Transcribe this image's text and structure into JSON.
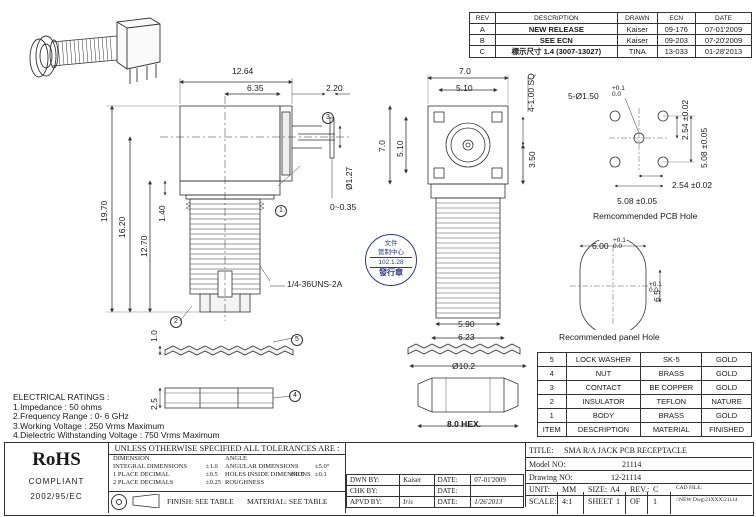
{
  "revision_table": {
    "headers": [
      "REV",
      "DESCRIPTION",
      "DRAWN",
      "ECN",
      "DATE"
    ],
    "rows": [
      [
        "A",
        "NEW RELEASE",
        "Kaiser",
        "09-176",
        "07-01'2009"
      ],
      [
        "B",
        "SEE ECN",
        "Kaiser",
        "09-203",
        "07-20'2009"
      ],
      [
        "C",
        "標示尺寸 1.4 (3007-13027)",
        "TINA",
        "13-033",
        "01-28'2013"
      ]
    ]
  },
  "dimensions": {
    "side_width": "12.64",
    "side_inner": "6.35",
    "side_offset": "2.20",
    "height_total": "19.70",
    "height_body": "16.20",
    "height_thread": "12.70",
    "height_base": "1.40",
    "pin_dia": "Ø1.27",
    "pin_tol": "0~0.35",
    "thread_spec": "1/4-36UNS-2A",
    "washer_thk": "1.0",
    "nut_thk": "2.5",
    "front_w": "7.0",
    "front_inner": "5.10",
    "front_sq": "4-1.00 SQ",
    "front_h": "7.0",
    "front_h_inner": "5.10",
    "front_h2": "3.50",
    "thread_w": "5.90",
    "thread_w2": "6.23",
    "washer_dia": "Ø10.2",
    "hex": "8.0 HEX.",
    "pcb_hole": "5-Ø1.50",
    "pcb_hole_tol": "+0.1 0.0",
    "pcb_v1": "2.54 ±0.02",
    "pcb_v2": "5.08 ±0.05",
    "pcb_h1": "5.08 ±0.05",
    "pcb_h2": "2.54 ±0.02",
    "panel_w": "6.00",
    "panel_w_tol": "+0.1 0.0",
    "panel_h": "6.5",
    "panel_h_tol": "+0.1 0.0"
  },
  "captions": {
    "pcb_hole": "Remcommended PCB Hole",
    "panel_hole": "Recommended panel Hole"
  },
  "balloons": [
    "1",
    "2",
    "3",
    "4",
    "5"
  ],
  "stamp": {
    "line1": "文件",
    "line2": "管制中心",
    "line3": "102.1.28",
    "line4": "發行章"
  },
  "electrical": {
    "title": "ELECTRICAL RATINGS :",
    "lines": [
      "1.Impedance : 50 ohms",
      "2.Frequency Range :  0- 6 GHz",
      "3.Working Voltage :  250 Vrms Maximum",
      "4.Dielectric Withstanding Voltage : 750 Vrms Maximum"
    ]
  },
  "bom": {
    "headers": [
      "ITEM",
      "DESCRIPTION",
      "MATERIAL",
      "FINISHED"
    ],
    "rows": [
      [
        "5",
        "LOCK WASHER",
        "SK-5",
        "GOLD"
      ],
      [
        "4",
        "NUT",
        "BRASS",
        "GOLD"
      ],
      [
        "3",
        "CONTACT",
        "BE COPPER",
        "GOLD"
      ],
      [
        "2",
        "INSULATOR",
        "TEFLON",
        "NATURE"
      ],
      [
        "1",
        "BODY",
        "BRASS",
        "GOLD"
      ]
    ]
  },
  "rohs": {
    "title": "RoHS",
    "compliant": "COMPLIANT",
    "code": "2002/95/EC"
  },
  "tolerances": {
    "heading": "UNLESS OTHERWISE SPECIFIED ALL TOLERANCES ARE :",
    "dimension": "DIMENSION",
    "integral": "INTEGRAL DIMENSIONS",
    "integral_v": "±1.0",
    "one_place": "1 PLACE DECIMAL",
    "one_place_v": "±0.5",
    "two_place": "2 PLACE DECIMALS",
    "two_place_v": "±0.25",
    "angle": "ANGLE",
    "angular": "ANGULAR DIMENSIONS",
    "angular_v": "±5.0°",
    "holes": "HOLES INSIDE DIMENSIONS",
    "holes_d": "Ø0.5",
    "holes_v": "±0.1",
    "roughness": "ROUGHNESS",
    "finish": "FINISH: SEE TABLE",
    "material": "MATERIAL: SEE TABLE"
  },
  "title_block": {
    "title_label": "TITLE:",
    "title": "SMA R/A JACK PCB RECEPTACLE",
    "model_label": "Model NO:",
    "model": "21114",
    "drawing_label": "Drawing NO:",
    "drawing": "12-21114",
    "dwn_label": "DWN BY:",
    "dwn": "Kaiser",
    "date_label": "DATE:",
    "date": "07-01'2009",
    "chk_label": "CHK BY:",
    "chk_date_label": "DATE:",
    "apvd_label": "APVD BY:",
    "apvd": "Iris",
    "apvd_date_label": "DATE:",
    "apvd_date": "1/26'2013",
    "unit_label": "UNIT:",
    "unit": "MM",
    "size_label": "SIZE:",
    "size": "A4",
    "rev_label": "REV.:",
    "rev": "C",
    "cad_label": "CAD FILE:",
    "scale_label": "SCALE:",
    "scale": "4:1",
    "sheet_label": "SHEET",
    "sheet": "1",
    "of_label": "OF",
    "of": "1",
    "cad_path": ":\\NEW Dwg\\21XXX\\21114"
  }
}
